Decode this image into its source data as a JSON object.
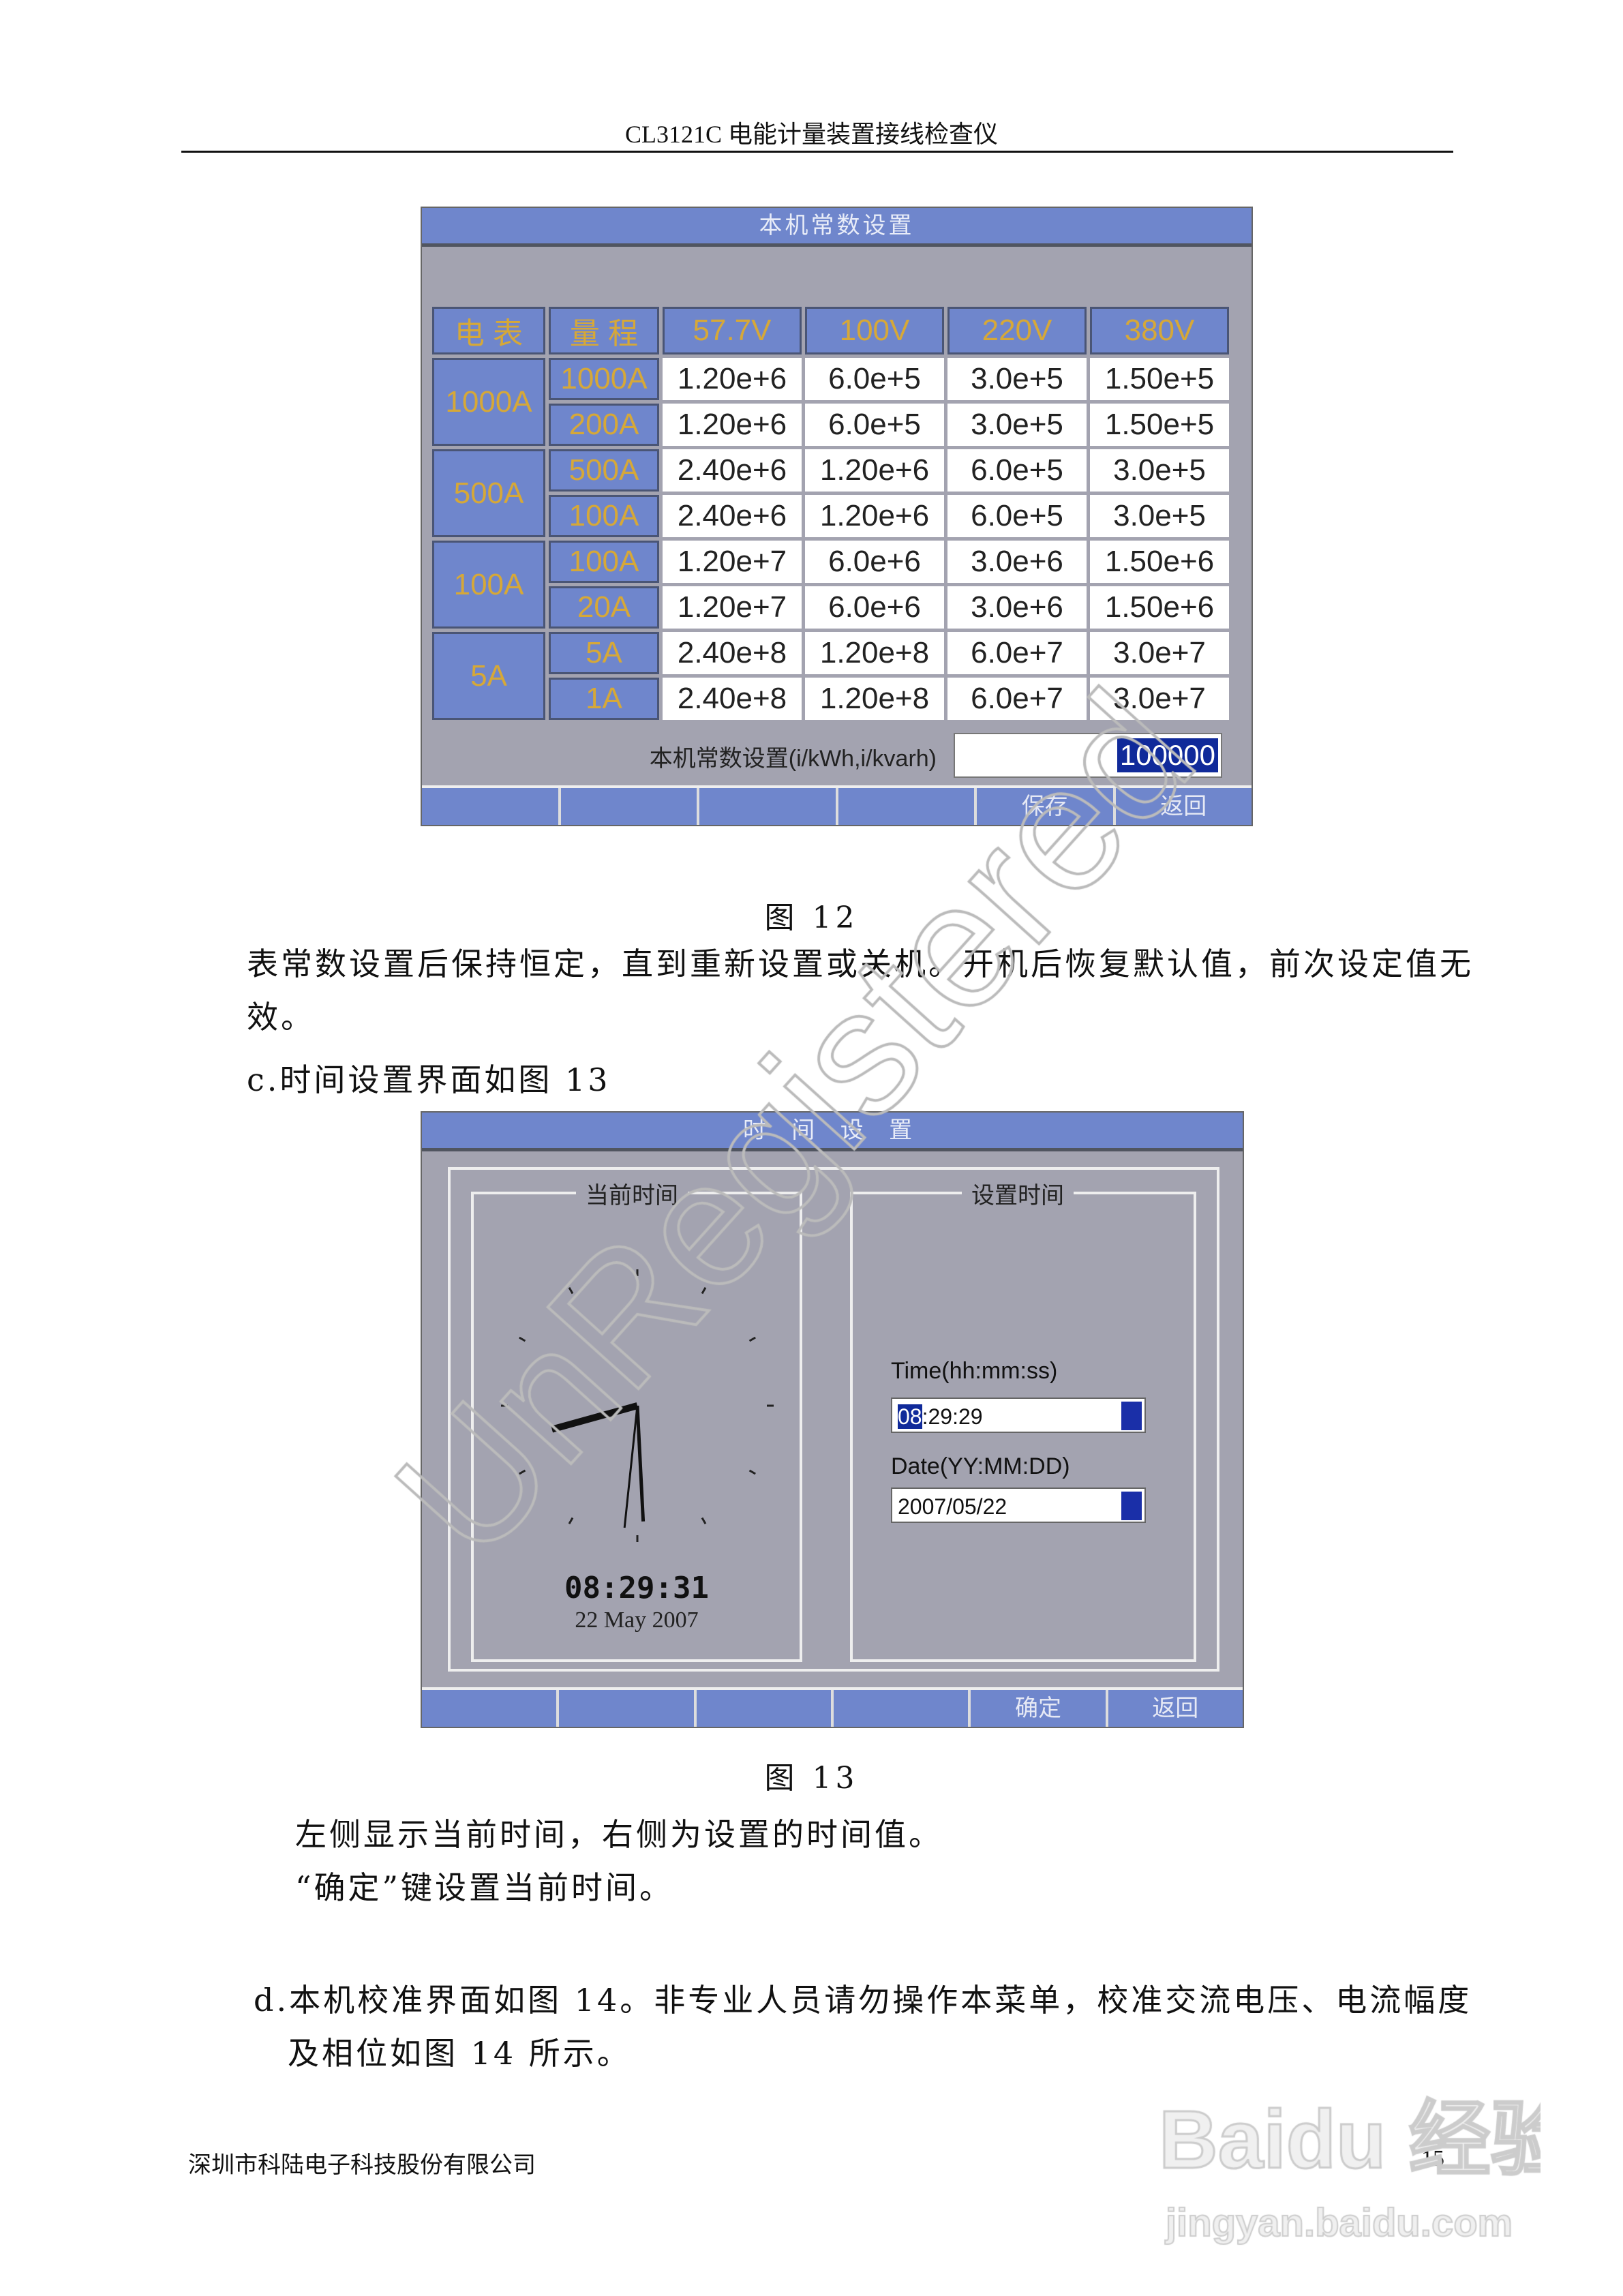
{
  "header": {
    "title": "CL3121C 电能计量装置接线检查仪"
  },
  "figure12": {
    "title": "本机常数设置",
    "col_headers": [
      "电 表",
      "量 程",
      "57.7V",
      "100V",
      "220V",
      "380V"
    ],
    "groups": [
      {
        "meter": "1000A",
        "rows": [
          {
            "range": "1000A",
            "values": [
              "1.20e+6",
              "6.0e+5",
              "3.0e+5",
              "1.50e+5"
            ]
          },
          {
            "range": "200A",
            "values": [
              "1.20e+6",
              "6.0e+5",
              "3.0e+5",
              "1.50e+5"
            ]
          }
        ]
      },
      {
        "meter": "500A",
        "rows": [
          {
            "range": "500A",
            "values": [
              "2.40e+6",
              "1.20e+6",
              "6.0e+5",
              "3.0e+5"
            ]
          },
          {
            "range": "100A",
            "values": [
              "2.40e+6",
              "1.20e+6",
              "6.0e+5",
              "3.0e+5"
            ]
          }
        ]
      },
      {
        "meter": "100A",
        "rows": [
          {
            "range": "100A",
            "values": [
              "1.20e+7",
              "6.0e+6",
              "3.0e+6",
              "1.50e+6"
            ]
          },
          {
            "range": "20A",
            "values": [
              "1.20e+7",
              "6.0e+6",
              "3.0e+6",
              "1.50e+6"
            ]
          }
        ]
      },
      {
        "meter": "5A",
        "rows": [
          {
            "range": "5A",
            "values": [
              "2.40e+8",
              "1.20e+8",
              "6.0e+7",
              "3.0e+7"
            ]
          },
          {
            "range": "1A",
            "values": [
              "2.40e+8",
              "1.20e+8",
              "6.0e+7",
              "3.0e+7"
            ]
          }
        ]
      }
    ],
    "constant_label": "本机常数设置(i/kWh,i/kvarh)",
    "constant_value": "100000",
    "buttons": [
      "",
      "",
      "",
      "",
      "保存",
      "返回"
    ],
    "caption": "图 12"
  },
  "para1": {
    "line1": "表常数设置后保持恒定，直到重新设置或关机。开机后恢复默认值，前次设定值无",
    "line2": "效。"
  },
  "para_c": "c.时间设置界面如图 13",
  "figure13": {
    "title": "时 间 设 置",
    "left_group": "当前时间",
    "right_group": "设置时间",
    "digital_time": "08:29:31",
    "date_text": "22 May 2007",
    "time_label": "Time(hh:mm:ss)",
    "time_selected": "08",
    "time_rest": ":29:29",
    "date_label": "Date(YY:MM:DD)",
    "date_value": "2007/05/22",
    "clock": {
      "hour": 8,
      "minute": 29,
      "second": 31
    },
    "buttons": [
      "",
      "",
      "",
      "",
      "确定",
      "返回"
    ],
    "caption": "图 13"
  },
  "para2": {
    "line1": "左侧显示当前时间，右侧为设置的时间值。",
    "line2": "“确定”键设置当前时间。"
  },
  "para_d": {
    "line1": "d.本机校准界面如图 14。非专业人员请勿操作本菜单，校准交流电压、电流幅度",
    "line2": "及相位如图 14 所示。"
  },
  "footer": {
    "company": "深圳市科陆电子科技股份有限公司",
    "page": "15"
  },
  "watermarks": {
    "diagonal": "UnRegistered",
    "logo": "Baidu 经验",
    "logo_sub": "jingyan.baidu.com"
  },
  "colors": {
    "screen_bg": "#a3a3b0",
    "bar_blue": "#6f86cc",
    "header_gold": "#d6a838",
    "select_blue": "#102a9a"
  }
}
